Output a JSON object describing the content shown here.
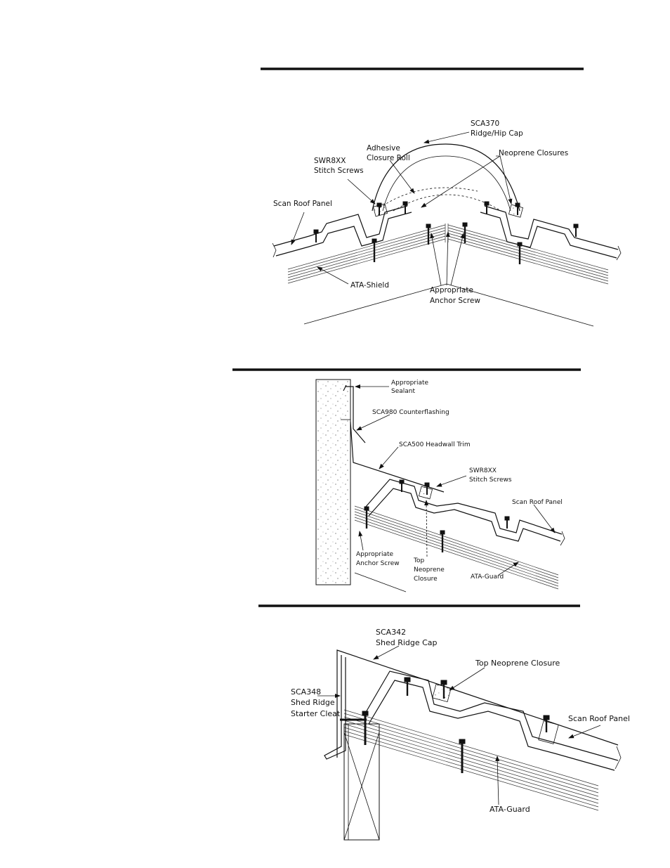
{
  "details": {
    "ridge": {
      "labels": {
        "cap": [
          "SCA370",
          "Ridge/Hip Cap"
        ],
        "adhesive": [
          "Adhesive",
          "Closure Roll"
        ],
        "neoprene": "Neoprene Closures",
        "stitch": [
          "SWR8XX",
          "Stitch Screws"
        ],
        "panel": "Scan Roof Panel",
        "shield": "ATA-Shield",
        "anchor": [
          "Appropriate",
          "Anchor Screw"
        ]
      }
    },
    "headwall": {
      "labels": {
        "sealant": [
          "Appropriate",
          "Sealant"
        ],
        "counterflashing": "SCA980 Counterflashing",
        "trim": "SCA500 Headwall Trim",
        "stitch": [
          "SWR8XX",
          "Stitch Screws"
        ],
        "panel": "Scan Roof Panel",
        "anchor": [
          "Appropriate",
          "Anchor Screw"
        ],
        "closure": [
          "Top",
          "Neoprene",
          "Closure"
        ],
        "guard": "ATA-Guard"
      }
    },
    "shed": {
      "labels": {
        "cap": [
          "SCA342",
          "Shed Ridge Cap"
        ],
        "closure": "Top Neoprene Closure",
        "cleat": [
          "SCA348",
          "Shed Ridge",
          "Starter Cleat"
        ],
        "panel": "Scan Roof Panel",
        "guard": "ATA-Guard"
      }
    }
  }
}
